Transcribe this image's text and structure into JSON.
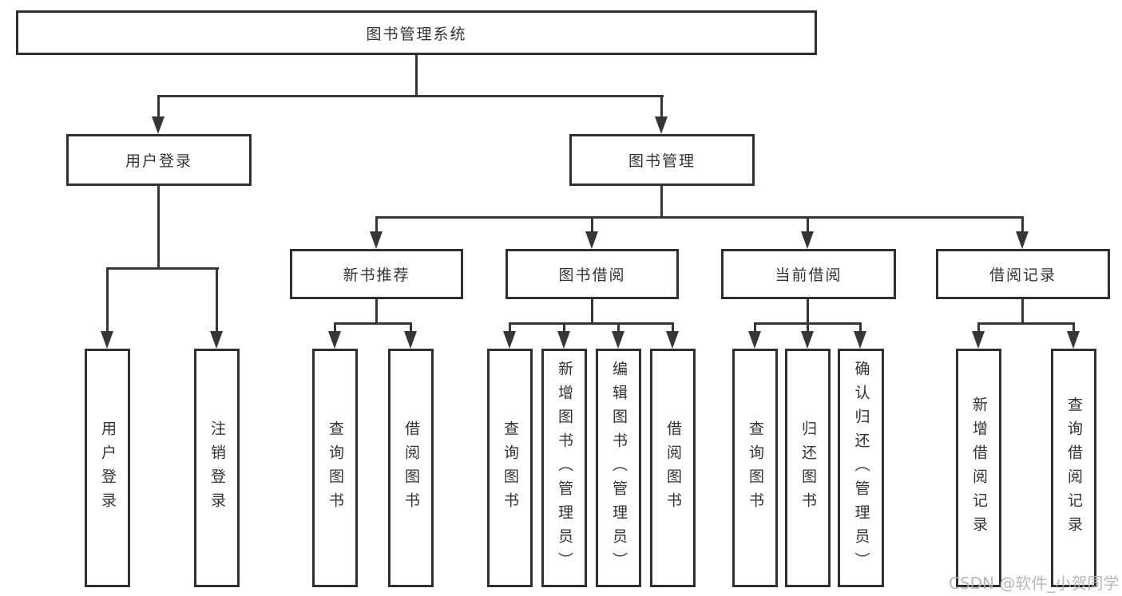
{
  "nodes": {
    "root": "图书管理系统",
    "login_group": "用户登录",
    "book_mgmt": "图书管理",
    "user_login": "用户登录",
    "logout": "注销登录",
    "new_book_rec": "新书推荐",
    "book_borrow": "图书借阅",
    "current_borrow": "当前借阅",
    "borrow_records": "借阅记录",
    "rec_query": "查询图书",
    "rec_borrow": "借阅图书",
    "bb_query": "查询图书",
    "bb_add": "新增图书（管理员）",
    "bb_edit": "编辑图书（管理员）",
    "bb_borrow": "借阅图书",
    "cb_query": "查询图书",
    "cb_return": "归还图书",
    "cb_confirm": "确认归还（管理员）",
    "br_add": "新增借阅记录",
    "br_query": "查询借阅记录"
  },
  "watermark": "CSDN @软件_小贺同学",
  "colors": {
    "line": "#363636",
    "box_border": "#2f2f2f",
    "text": "#333333",
    "background": "#ffffff",
    "watermark": "#b2b2b2"
  }
}
